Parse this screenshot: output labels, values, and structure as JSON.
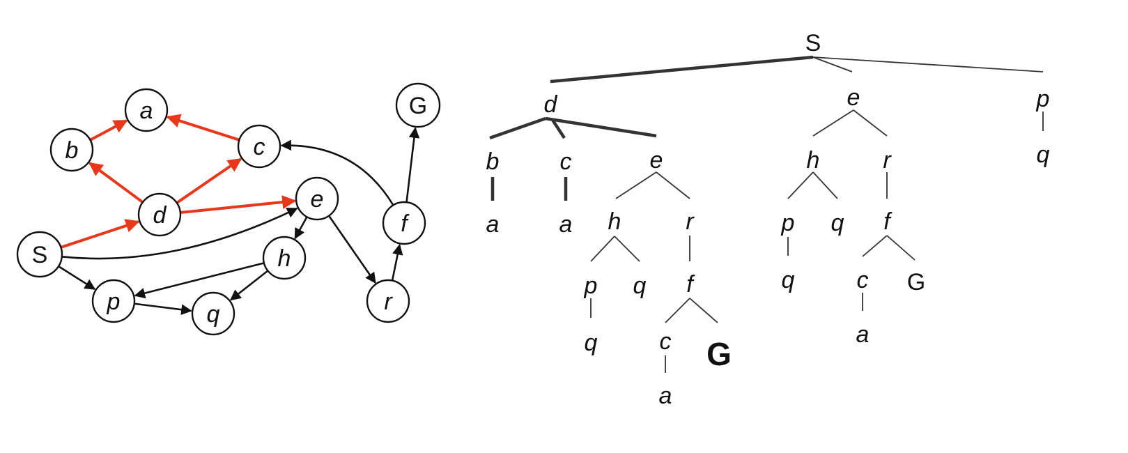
{
  "colors": {
    "highlight": "#e8371a",
    "normal": "#111111"
  },
  "graph": {
    "nodes": [
      {
        "id": "S",
        "label": "S"
      },
      {
        "id": "a",
        "label": "a"
      },
      {
        "id": "b",
        "label": "b"
      },
      {
        "id": "c",
        "label": "c"
      },
      {
        "id": "d",
        "label": "d"
      },
      {
        "id": "e",
        "label": "e"
      },
      {
        "id": "f",
        "label": "f"
      },
      {
        "id": "G",
        "label": "G"
      },
      {
        "id": "h",
        "label": "h"
      },
      {
        "id": "p",
        "label": "p"
      },
      {
        "id": "q",
        "label": "q"
      },
      {
        "id": "r",
        "label": "r"
      }
    ],
    "edges": [
      {
        "from": "S",
        "to": "d",
        "highlight": true
      },
      {
        "from": "d",
        "to": "b",
        "highlight": true
      },
      {
        "from": "d",
        "to": "c",
        "highlight": true
      },
      {
        "from": "d",
        "to": "e",
        "highlight": true
      },
      {
        "from": "b",
        "to": "a",
        "highlight": true
      },
      {
        "from": "c",
        "to": "a",
        "highlight": true
      },
      {
        "from": "S",
        "to": "e",
        "highlight": false
      },
      {
        "from": "S",
        "to": "p",
        "highlight": false
      },
      {
        "from": "e",
        "to": "h",
        "highlight": false
      },
      {
        "from": "e",
        "to": "r",
        "highlight": false
      },
      {
        "from": "h",
        "to": "p",
        "highlight": false
      },
      {
        "from": "h",
        "to": "q",
        "highlight": false
      },
      {
        "from": "p",
        "to": "q",
        "highlight": false
      },
      {
        "from": "r",
        "to": "f",
        "highlight": false
      },
      {
        "from": "f",
        "to": "c",
        "highlight": false
      },
      {
        "from": "f",
        "to": "G",
        "highlight": false
      }
    ]
  },
  "tree": {
    "label": "S",
    "children": [
      {
        "label": "d",
        "highlight": true,
        "children": [
          {
            "label": "b",
            "highlight": true,
            "children": [
              {
                "label": "a",
                "highlight": true
              }
            ]
          },
          {
            "label": "c",
            "highlight": true,
            "children": [
              {
                "label": "a",
                "highlight": true
              }
            ]
          },
          {
            "label": "e",
            "highlight": true,
            "children": [
              {
                "label": "h",
                "children": [
                  {
                    "label": "p",
                    "children": [
                      {
                        "label": "q"
                      }
                    ]
                  },
                  {
                    "label": "q"
                  }
                ]
              },
              {
                "label": "r",
                "children": [
                  {
                    "label": "f",
                    "children": [
                      {
                        "label": "c",
                        "children": [
                          {
                            "label": "a"
                          }
                        ]
                      },
                      {
                        "label": "G",
                        "goal": true
                      }
                    ]
                  }
                ]
              }
            ]
          }
        ]
      },
      {
        "label": "e",
        "children": [
          {
            "label": "h",
            "children": [
              {
                "label": "p",
                "children": [
                  {
                    "label": "q"
                  }
                ]
              },
              {
                "label": "q"
              }
            ]
          },
          {
            "label": "r",
            "children": [
              {
                "label": "f",
                "children": [
                  {
                    "label": "c",
                    "children": [
                      {
                        "label": "a"
                      }
                    ]
                  },
                  {
                    "label": "G"
                  }
                ]
              }
            ]
          }
        ]
      },
      {
        "label": "p",
        "children": [
          {
            "label": "q"
          }
        ]
      }
    ]
  }
}
